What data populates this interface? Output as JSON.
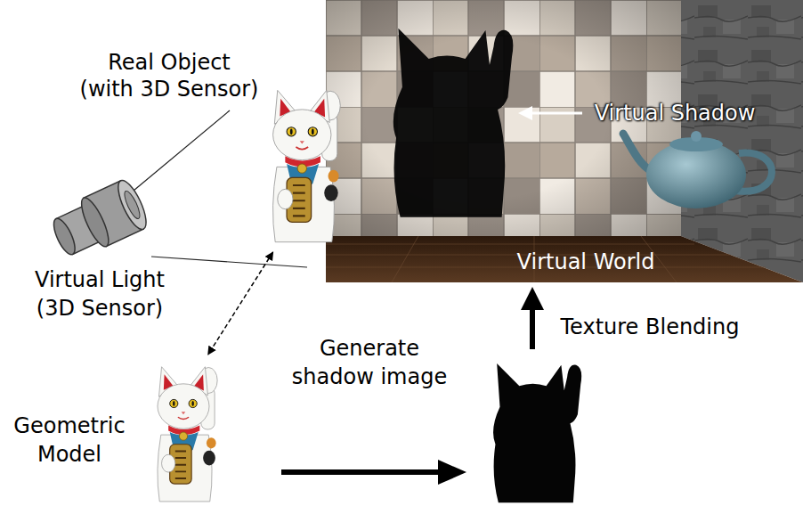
{
  "diagram": {
    "nodes": [
      {
        "text": [
          "Real Object (with 3D Sensor)"
        ]
      },
      {
        "text": [
          "Virtual Light (3D Sensor)"
        ]
      },
      {
        "text": [
          "Virtual World"
        ]
      },
      {
        "text": [
          "Geometric Model"
        ]
      }
    ],
    "edges": [
      {
        "from": 0,
        "to": 3,
        "arrow": "both"
      }
    ],
    "labels": [
      "Virtual Shadow",
      "Generate shadow image",
      "Texture Blending"
    ]
  }
}
